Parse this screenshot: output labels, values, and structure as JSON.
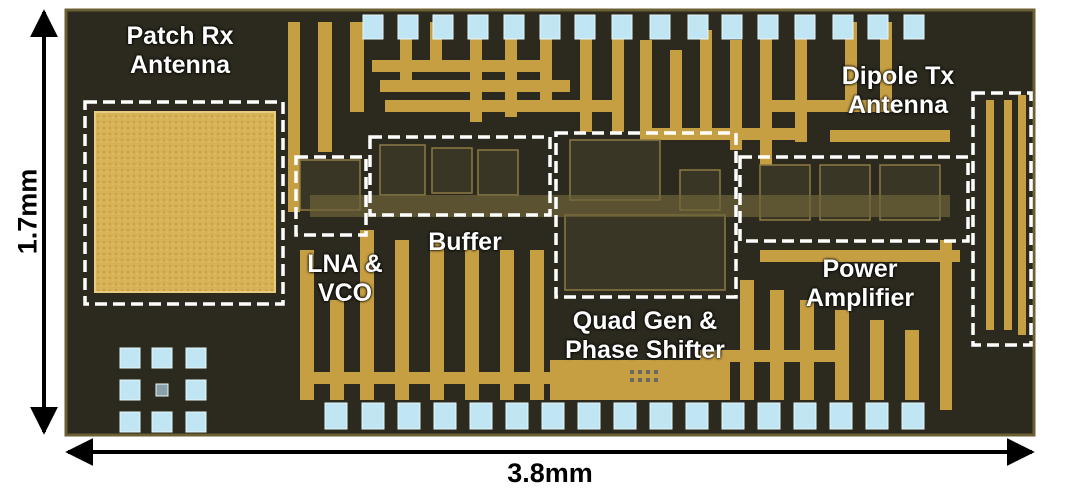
{
  "figure": {
    "labels": {
      "patch_rx_antenna": [
        "Patch Rx",
        "Antenna"
      ],
      "dipole_tx_antenna": [
        "Dipole Tx",
        "Antenna"
      ],
      "lna_vco": [
        "LNA &",
        "VCO"
      ],
      "buffer": "Buffer",
      "power_amplifier": [
        "Power",
        "Amplifier"
      ],
      "quad_gen_phase_shifter": [
        "Quad Gen &",
        "Phase Shifter"
      ]
    },
    "dimensions": {
      "height": "1.7mm",
      "width": "3.8mm"
    },
    "colors": {
      "die_background": "#2c2a1e",
      "metal_gold": "#c9a445",
      "pad_blue": "#bfe6f2",
      "label_text": "#ffffff",
      "dashed_box": "#ffffff"
    }
  }
}
